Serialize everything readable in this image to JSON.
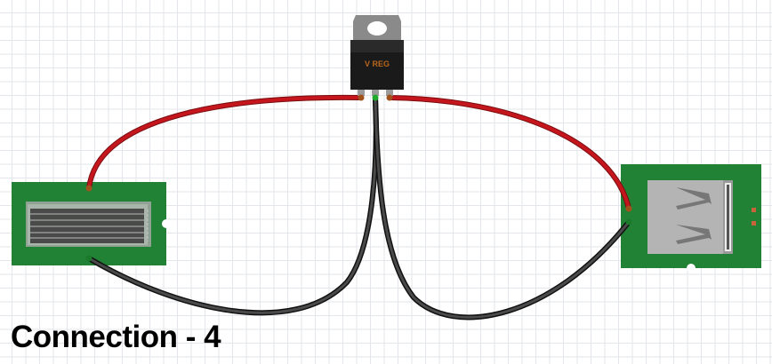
{
  "diagram": {
    "caption": "Connection - 4",
    "components": [
      {
        "id": "voltage-regulator",
        "label": "V REG",
        "type": "TO-220 voltage regulator",
        "pins": [
          "left",
          "center",
          "right"
        ]
      },
      {
        "id": "solar-panel",
        "type": "solar cell module",
        "pins": [
          "positive",
          "negative"
        ]
      },
      {
        "id": "usb-port",
        "type": "USB type-A female breakout",
        "pins": [
          "positive",
          "negative"
        ]
      }
    ],
    "wires": [
      {
        "from": "solar-panel.positive",
        "to": "voltage-regulator.left",
        "color": "red"
      },
      {
        "from": "voltage-regulator.right",
        "to": "usb-port.positive",
        "color": "red"
      },
      {
        "from": "solar-panel.negative",
        "to": "voltage-regulator.center",
        "color": "black"
      },
      {
        "from": "voltage-regulator.center",
        "to": "usb-port.negative",
        "color": "black"
      }
    ],
    "colors": {
      "pcb": "#218236",
      "wire_red": "#c4161c",
      "wire_black": "#2b2b2b",
      "regulator_body": "#1a1a1a",
      "regulator_tab": "#8a8a8a",
      "label": "#b5651d",
      "grid": "#e3e6ea"
    }
  }
}
